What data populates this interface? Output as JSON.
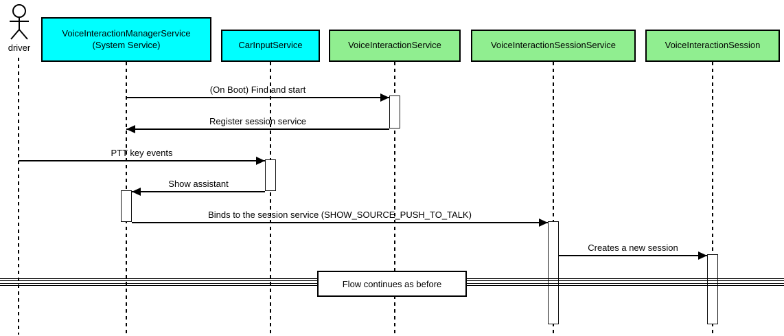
{
  "diagram": {
    "type": "uml-sequence",
    "colors": {
      "participant_cyan": "#00FFFF",
      "participant_green": "#90EE90",
      "line": "#000000",
      "background": "#FFFFFF"
    },
    "actor": {
      "label": "driver"
    },
    "participants": [
      {
        "label": "VoiceInteractionManagerService",
        "sublabel": "(System Service)",
        "fill": "#00FFFF"
      },
      {
        "label": "CarInputService",
        "fill": "#00FFFF"
      },
      {
        "label": "VoiceInteractionService",
        "fill": "#90EE90"
      },
      {
        "label": "VoiceInteractionSessionService",
        "fill": "#90EE90"
      },
      {
        "label": "VoiceInteractionSession",
        "fill": "#90EE90"
      }
    ],
    "messages": [
      {
        "text": "(On Boot) Find and start",
        "from": "VoiceInteractionManagerService",
        "to": "VoiceInteractionService",
        "direction": "right"
      },
      {
        "text": "Register session service",
        "from": "VoiceInteractionService",
        "to": "VoiceInteractionManagerService",
        "direction": "left"
      },
      {
        "text": "PTT key events",
        "from": "driver",
        "to": "CarInputService",
        "direction": "right"
      },
      {
        "text": "Show assistant",
        "from": "CarInputService",
        "to": "VoiceInteractionManagerService",
        "direction": "left"
      },
      {
        "text": "Binds to the session service (SHOW_SOURCE_PUSH_TO_TALK)",
        "from": "VoiceInteractionManagerService",
        "to": "VoiceInteractionSessionService",
        "direction": "right"
      },
      {
        "text": "Creates a new session",
        "from": "VoiceInteractionSessionService",
        "to": "VoiceInteractionSession",
        "direction": "right"
      }
    ],
    "divider": {
      "label": "Flow continues as before"
    }
  }
}
